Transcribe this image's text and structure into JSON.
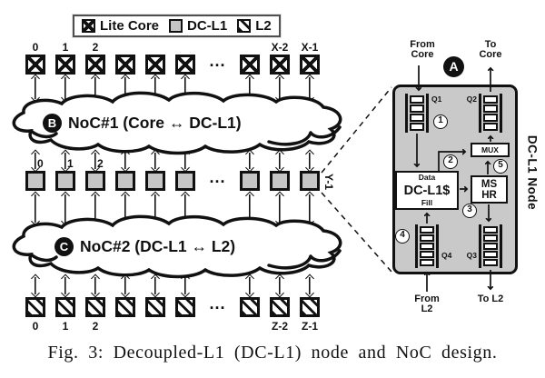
{
  "legend": {
    "items": [
      {
        "icon": "lite-core-swatch",
        "label": "Lite Core"
      },
      {
        "icon": "dc-l1-swatch",
        "label": "DC-L1"
      },
      {
        "icon": "l2-swatch",
        "label": "L2"
      }
    ]
  },
  "misc": {
    "ellipsis": "..."
  },
  "rows": {
    "core": {
      "labels": [
        "0",
        "1",
        "2",
        "",
        "",
        "",
        "",
        "X-2",
        "X-1"
      ]
    },
    "dcl1": {
      "labels": [
        "0",
        "1",
        "2",
        "",
        "",
        "",
        "",
        "",
        ""
      ],
      "side_label": "Y-1"
    },
    "l2": {
      "labels": [
        "0",
        "1",
        "2",
        "",
        "",
        "",
        "",
        "Z-2",
        "Z-1"
      ]
    }
  },
  "clouds": [
    {
      "badge": "B",
      "label": "NoC#1 (Core ↔ DC-L1)"
    },
    {
      "badge": "C",
      "label": "NoC#2 (DC-L1 ↔ L2)"
    }
  ],
  "detail": {
    "badge": "A",
    "vertical_title": "DC-L1 Node",
    "from_core": "From Core",
    "to_core": "To Core",
    "from_l2": "From L2",
    "to_l2": "To L2",
    "queues": {
      "q1": "Q1",
      "q2": "Q2",
      "q3": "Q3",
      "q4": "Q4"
    },
    "cache": {
      "top": "Data",
      "name": "DC-L1$",
      "bottom": "Fill"
    },
    "mux": "MUX",
    "mshr": "MS\nHR",
    "steps": [
      "1",
      "2",
      "3",
      "4",
      "5"
    ]
  },
  "caption": "Fig. 3: Decoupled-L1 (DC-L1) node and NoC design.",
  "colors": {
    "node_gray": "#c6c6c6",
    "panel_gray": "#c9c9c9",
    "ink": "#111111"
  }
}
